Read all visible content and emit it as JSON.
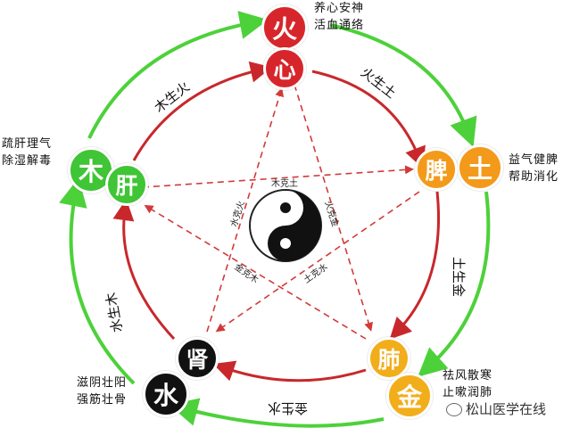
{
  "elements": {
    "fire": {
      "element": "火",
      "organ": "心",
      "functions": [
        "养心安神",
        "活血通络"
      ]
    },
    "earth": {
      "element": "土",
      "organ": "脾",
      "functions": [
        "益气健脾",
        "帮助消化"
      ]
    },
    "metal": {
      "element": "金",
      "organ": "肺",
      "functions": [
        "祛风散寒",
        "止嗽润肺"
      ]
    },
    "water": {
      "element": "水",
      "organ": "肾",
      "functions": [
        "滋阴壮阳",
        "强筋壮骨"
      ]
    },
    "wood": {
      "element": "木",
      "organ": "肝",
      "functions": [
        "疏肝理气",
        "除湿解毒"
      ]
    }
  },
  "generating_cycle": {
    "wood_fire": "木生火",
    "fire_earth": "火生土",
    "earth_metal": "土生金",
    "metal_water": "金生水",
    "water_wood": "水生木"
  },
  "controlling_cycle": {
    "wood_earth": "木克土",
    "fire_metal": "火克金",
    "water_fire": "水克火",
    "metal_wood": "金克木",
    "earth_water": "土克水"
  },
  "watermark": "松山医学在线",
  "colors": {
    "fire": "#d7262b",
    "earth": "#f39a1a",
    "metal": "#f2ad1b",
    "water": "#111111",
    "wood": "#3fc535",
    "outer_arrow": "#4dd13a",
    "inner_arrow": "#c8282c",
    "star": "#d23a3a"
  }
}
